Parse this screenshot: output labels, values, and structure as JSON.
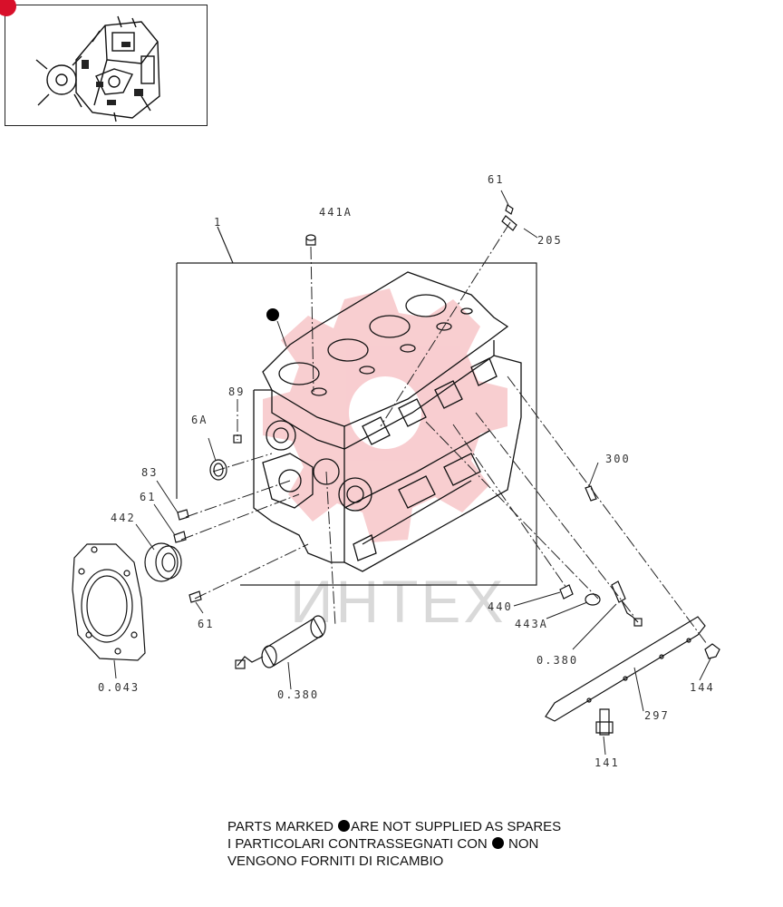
{
  "watermark": {
    "text": "ИНТЕХ",
    "logo_color": "#f3a6aa",
    "text_color": "#d9d9d9"
  },
  "thumbnail": {
    "icon": "engine-thumbnail-icon",
    "marker_color": "#d8102a"
  },
  "callouts": {
    "c1": "1",
    "c441a": "441A",
    "c61_top": "61",
    "c205": "205",
    "c89": "89",
    "c6a": "6A",
    "c83": "83",
    "c61_mid": "61",
    "c442": "442",
    "c61_bot": "61",
    "c0043": "0.043",
    "c0380_left": "0.380",
    "c300": "300",
    "c440": "440",
    "c443a": "443A",
    "c0380_right": "0.380",
    "c297": "297",
    "c144": "144",
    "c141": "141"
  },
  "notes": {
    "line1_before": "PARTS MARKED ",
    "line1_after": "ARE NOT SUPPLIED AS SPARES",
    "line2_before": "I  PARTICOLARI  CONTRASSEGNATI  CON ",
    "line2_after": " NON",
    "line3": "VENGONO FORNITI DI RICAMBIO"
  }
}
